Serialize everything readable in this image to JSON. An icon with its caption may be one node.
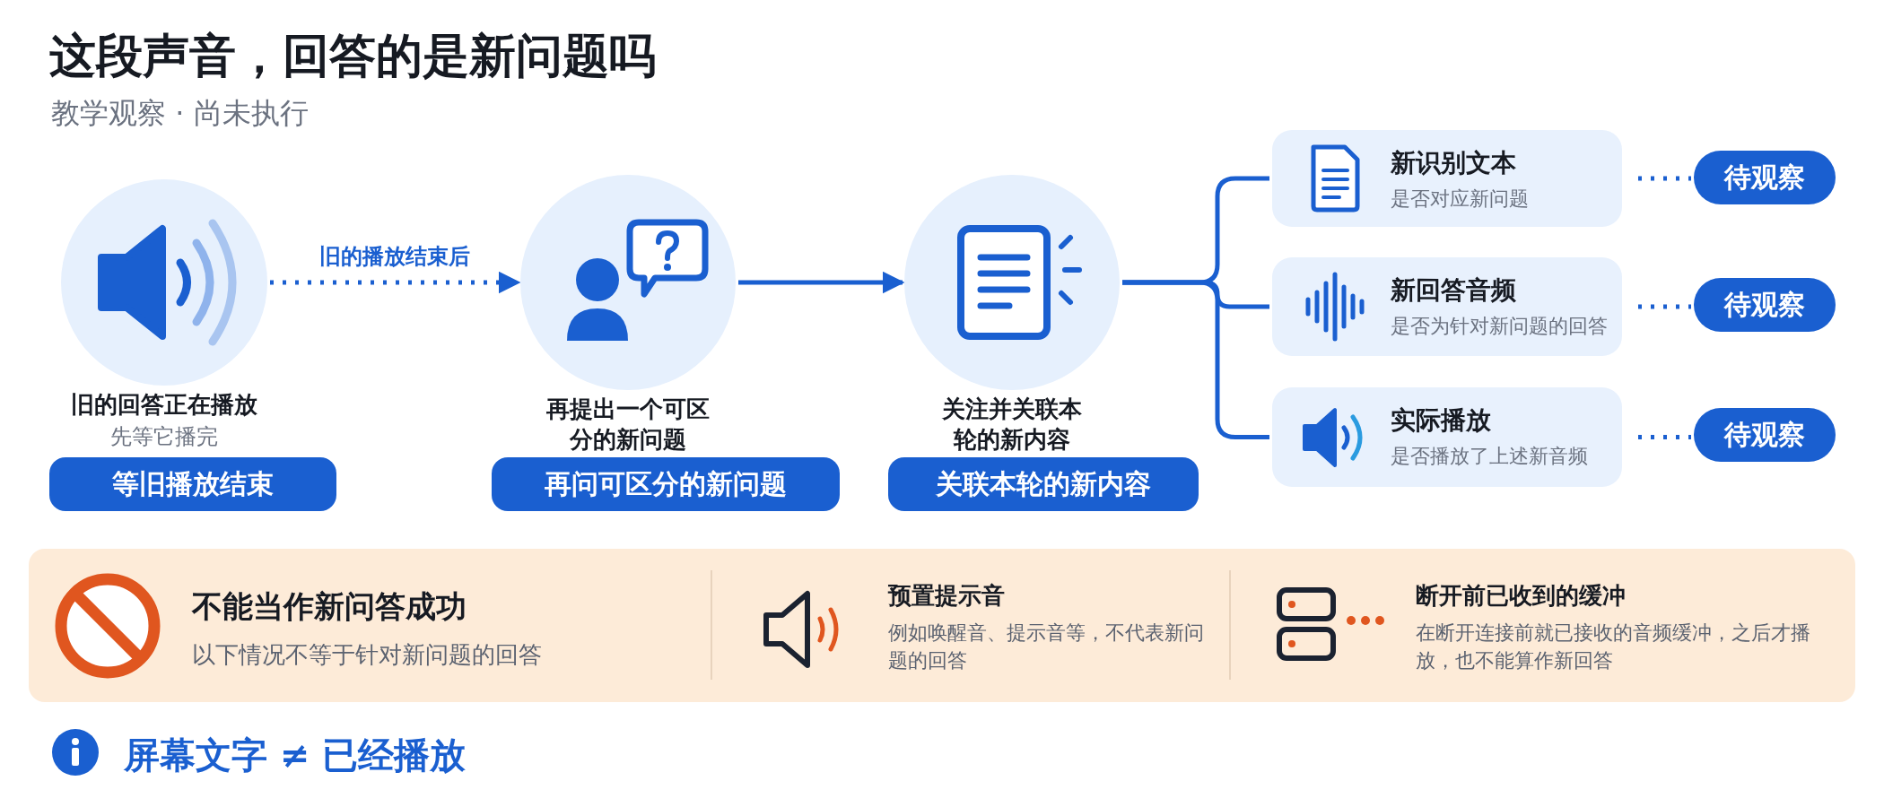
{
  "diagram": {
    "title": "这段声音，回答的是新问题吗",
    "nodes": [
      {
        "text": [
          "旧的回答正在播放",
          "先等它播完"
        ]
      },
      {
        "text": [
          "等旧播放结束"
        ]
      },
      {
        "text": [
          "再提出一个可区分的新问题"
        ]
      },
      {
        "text": [
          "再问可区分的新问题"
        ]
      },
      {
        "text": [
          "关注并关联本轮的新内容"
        ]
      },
      {
        "text": [
          "关联本轮的新内容"
        ]
      },
      {
        "text": [
          "新识别文本",
          "是否对应新问题"
        ]
      },
      {
        "text": [
          "待观察"
        ]
      },
      {
        "text": [
          "新回答音频",
          "是否为针对新问题的回答"
        ]
      },
      {
        "text": [
          "待观察"
        ]
      },
      {
        "text": [
          "实际播放",
          "是否播放了上述新音频"
        ]
      },
      {
        "text": [
          "待观察"
        ]
      },
      {
        "text": [
          "不能当作新问答成功",
          "以下情况不等于针对新问题的回答",
          "预置提示音",
          "例如唤醒音、提示音等，不代表新问题的回答",
          "断开前已收到的缓冲",
          "在断开连接前就已接收的音频缓冲，之后才播放，也不能算作新回答"
        ]
      }
    ],
    "edges": [
      {
        "from": 0,
        "to": 2,
        "arrow": "to",
        "label": "旧的播放结束后",
        "style": "dashed"
      },
      {
        "from": 2,
        "to": 4,
        "arrow": "to"
      },
      {
        "from": 4,
        "to": 6,
        "arrow": "none"
      },
      {
        "from": 4,
        "to": 8,
        "arrow": "none"
      },
      {
        "from": 4,
        "to": 10,
        "arrow": "none"
      },
      {
        "from": 6,
        "to": 7,
        "arrow": "none",
        "style": "dashed"
      },
      {
        "from": 8,
        "to": 9,
        "arrow": "none",
        "style": "dashed"
      },
      {
        "from": 10,
        "to": 11,
        "arrow": "none",
        "style": "dashed"
      }
    ],
    "labels": [
      "教学观察 · 尚未执行",
      "屏幕文字 ≠ 已经播放"
    ]
  }
}
